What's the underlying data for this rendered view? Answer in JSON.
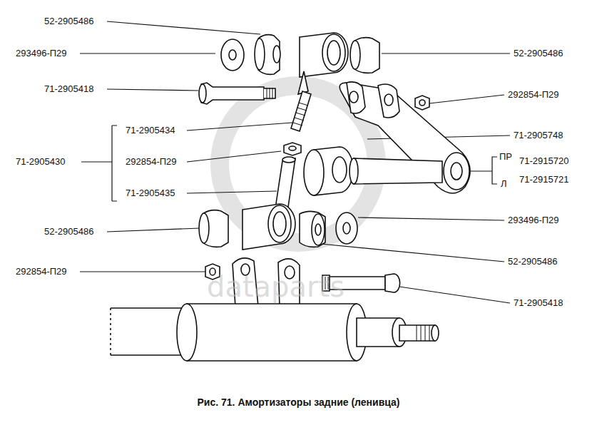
{
  "diagram": {
    "caption": "Рис. 71. Амортизаторы задние (ленивца)",
    "labels": [
      "52-2905486",
      "293496-П29",
      "71-2905418",
      "71-2905434",
      "71-2905430",
      "292854-П29",
      "71-2905435",
      "52-2905486",
      "292854-П29",
      "52-2905486",
      "292854-П29",
      "71-2905748",
      "ПР",
      "71-2915720",
      "Л",
      "71-2915721",
      "293496-П29",
      "52-2905486",
      "71-2905418",
      "dataparts"
    ]
  }
}
